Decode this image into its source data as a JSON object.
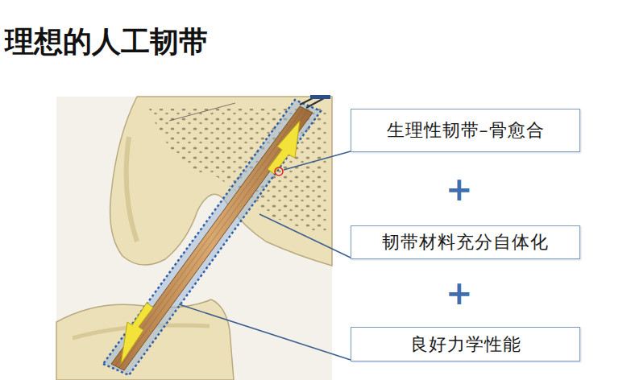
{
  "diagram": {
    "title": "理想的人工韧带",
    "nodes": [
      {
        "text": [
          "生理性韧带–骨愈合"
        ]
      },
      {
        "text": [
          "韧带材料充分自体化"
        ]
      },
      {
        "text": [
          "良好力学性能"
        ]
      }
    ],
    "labels": [
      "+",
      "+"
    ]
  }
}
